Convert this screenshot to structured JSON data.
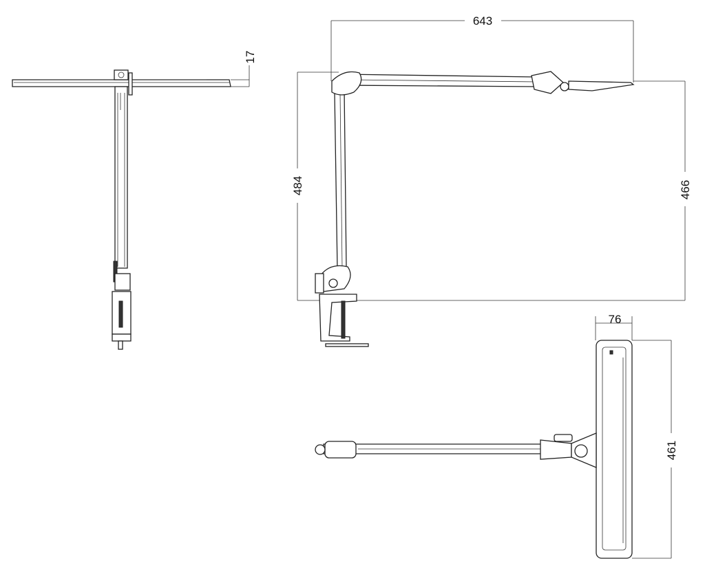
{
  "dimensions": {
    "panel_thickness": "17",
    "reach": "643",
    "total_height": "484",
    "panel_height": "466",
    "panel_width": "76",
    "panel_length": "461"
  },
  "colors": {
    "line": "#222222",
    "background": "#ffffff"
  }
}
